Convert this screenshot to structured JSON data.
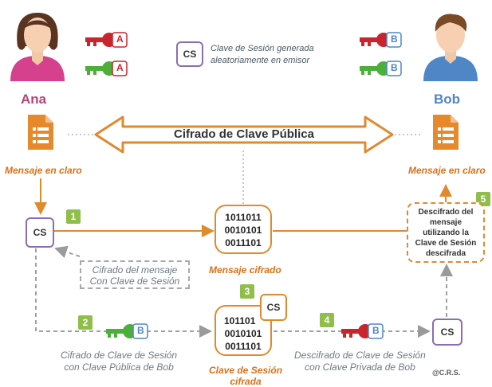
{
  "people": {
    "ana": {
      "name": "Ana",
      "color": "#b5457a"
    },
    "bob": {
      "name": "Bob",
      "color": "#4f86c6"
    }
  },
  "legend": {
    "cs": "CS",
    "text": [
      "Clave de Sesión generada",
      "aleatoriamente en emisor"
    ]
  },
  "keys": {
    "ana_private": {
      "letter": "A",
      "color": "#c9252c"
    },
    "ana_public": {
      "letter": "A",
      "color": "#4caf3a"
    },
    "bob_private": {
      "letter": "B",
      "color": "#c9252c"
    },
    "bob_public": {
      "letter": "B",
      "color": "#4caf3a"
    }
  },
  "arrow_label": "Cifrado de Clave Pública",
  "plain_left": "Mensaje en claro",
  "plain_right": "Mensaje en claro",
  "cs_label": "CS",
  "cipher": {
    "lines": [
      "1011011",
      "0010101",
      "0011101"
    ],
    "message_caption": "Mensaje cifrado",
    "key_caption": [
      "Clave de Sesión",
      "cifrada"
    ],
    "key_lines": [
      "101101",
      "0010101",
      "0011101"
    ]
  },
  "dash_note": [
    "Cifrado del mensaje",
    "Con Clave de Sesión"
  ],
  "decrypt_note": [
    "Descifrado del",
    "mensaje",
    "utilizando la",
    "Clave de Sesión",
    "descifrada"
  ],
  "steps": [
    "1",
    "2",
    "3",
    "4",
    "5"
  ],
  "step2_caption": [
    "Cifrado de Clave de Sesión",
    "con Clave Pública de Bob"
  ],
  "step4_caption": [
    "Descifrado de Clave de Sesión",
    "con Clave Privada de Bob"
  ],
  "credit": "@C.R.S.",
  "colors": {
    "orange": "#e08a2e",
    "purple": "#8b6db3",
    "green": "#8fbe4a",
    "gray": "#a8a8a8"
  }
}
